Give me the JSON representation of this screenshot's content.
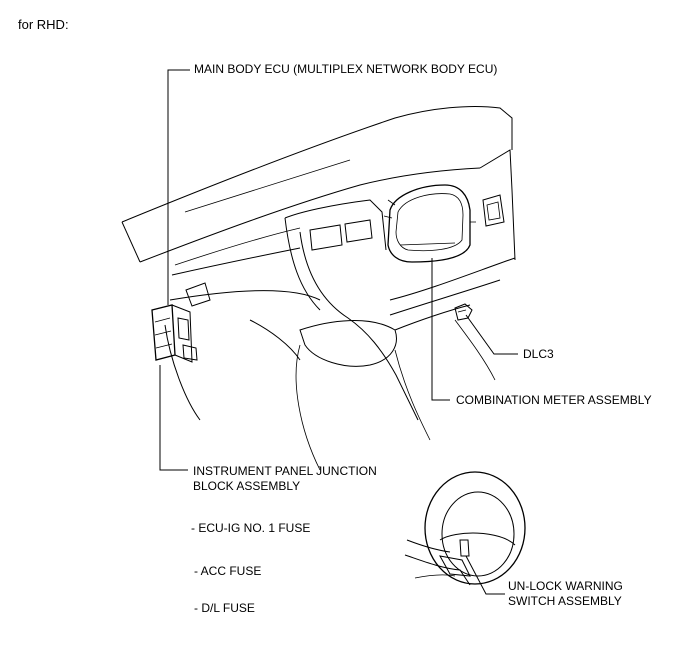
{
  "heading": "for RHD:",
  "labels": {
    "main_body_ecu": "MAIN BODY ECU (MULTIPLEX NETWORK BODY ECU)",
    "dlc3": "DLC3",
    "combination_meter": "COMBINATION METER ASSEMBLY",
    "junction_block_line1": "INSTRUMENT PANEL JUNCTION",
    "junction_block_line2": "BLOCK ASSEMBLY",
    "fuse_ecu_ig": "- ECU-IG NO. 1 FUSE",
    "fuse_acc": "- ACC FUSE",
    "fuse_dl": "- D/L FUSE",
    "unlock_switch_line1": "UN-LOCK WARNING",
    "unlock_switch_line2": "SWITCH ASSEMBLY"
  }
}
